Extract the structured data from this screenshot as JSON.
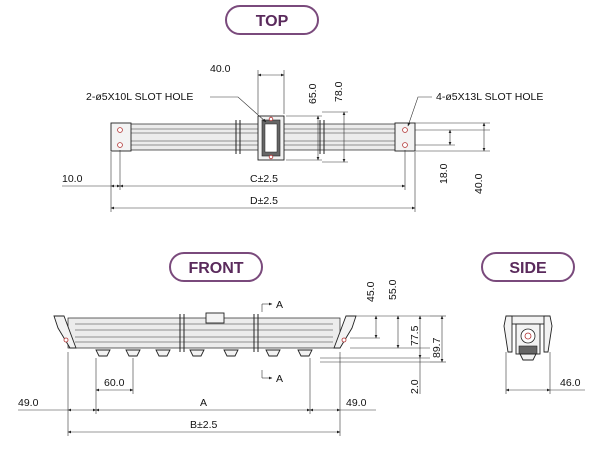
{
  "views": {
    "top": "TOP",
    "front": "FRONT",
    "side": "SIDE"
  },
  "top_view": {
    "slot_left": "2-ø5X10L SLOT HOLE",
    "slot_right": "4-ø5X13L SLOT HOLE",
    "dim_40": "40.0",
    "dim_65": "65.0",
    "dim_78": "78.0",
    "dim_10": "10.0",
    "dim_c": "C±2.5",
    "dim_d": "D±2.5",
    "dim_18": "18.0",
    "dim_40b": "40.0"
  },
  "front_view": {
    "section_a1": "A",
    "section_a2": "A",
    "dim_45": "45.0",
    "dim_55": "55.0",
    "dim_775": "77.5",
    "dim_897": "89.7",
    "dim_2": "2.0",
    "dim_60": "60.0",
    "dim_49l": "49.0",
    "dim_a": "A",
    "dim_49r": "49.0",
    "dim_b": "B±2.5"
  },
  "side_view": {
    "dim_46": "46.0"
  },
  "colors": {
    "badge_border": "#7a4a7c",
    "badge_text": "#5a2a5c",
    "hole_marks": "#b03030"
  }
}
